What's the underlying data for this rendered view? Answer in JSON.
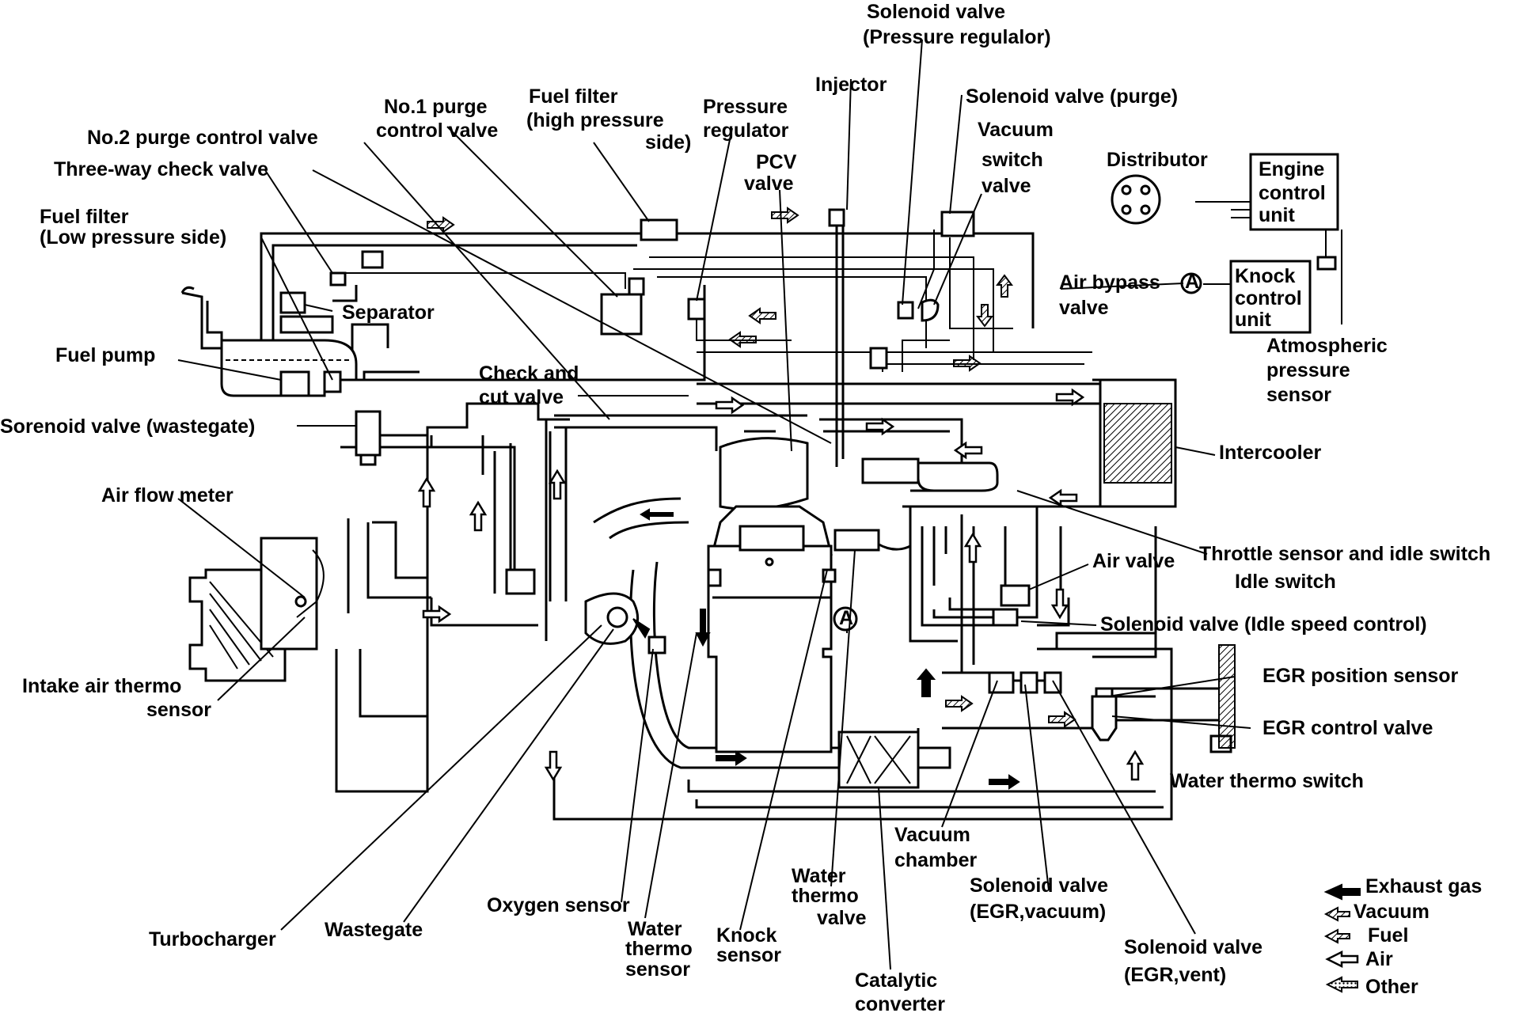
{
  "labels": {
    "solenoid_pressure_regulator": [
      "Solenoid valve",
      "(Pressure regulalor)"
    ],
    "injector": "Injector",
    "solenoid_purge": "Solenoid valve (purge)",
    "no1_purge": [
      "No.1 purge",
      "control valve"
    ],
    "fuel_filter_high": [
      "Fuel filter",
      "(high pressure",
      "side)"
    ],
    "pressure_regulator": [
      "Pressure",
      "regulator"
    ],
    "no2_purge": "No.2 purge control valve",
    "three_way_check": "Three-way check valve",
    "pcv_valve": [
      "PCV",
      "valve"
    ],
    "vacuum_switch_valve": [
      "Vacuum",
      "switch",
      "valve"
    ],
    "distributor": "Distributor",
    "engine_control_unit": [
      "Engine",
      "control",
      "unit"
    ],
    "fuel_filter_low": [
      "Fuel filter",
      "(Low pressure side)"
    ],
    "separator": "Separator",
    "air_bypass_valve": [
      "Air bypass",
      "valve"
    ],
    "knock_control_unit": [
      "Knock",
      "control",
      "unit"
    ],
    "fuel_pump": "Fuel pump",
    "check_cut_valve": [
      "Check and",
      "cut valve"
    ],
    "atmospheric_pressure_sensor": [
      "Atmospheric",
      "pressure",
      "sensor"
    ],
    "solenoid_wastegate": "Sorenoid valve (wastegate)",
    "intercooler": "Intercooler",
    "air_flow_meter": "Air flow meter",
    "throttle_sensor": "Throttle sensor and idle switch",
    "idle_switch": "Idle switch",
    "air_valve": "Air valve",
    "solenoid_idle": "Solenoid valve (Idle speed control)",
    "intake_air_thermo": [
      "Intake air  thermo",
      "sensor"
    ],
    "egr_position_sensor": "EGR position sensor",
    "egr_control_valve": "EGR control valve",
    "water_thermo_switch": "Water thermo switch",
    "vacuum_chamber": [
      "Vacuum",
      "chamber"
    ],
    "water_thermo_valve": [
      "Water",
      "thermo",
      "valve"
    ],
    "solenoid_egr_vacuum": [
      "Solenoid valve",
      "(EGR,vacuum)"
    ],
    "oxygen_sensor": "Oxygen sensor",
    "turbocharger": "Turbocharger",
    "wastegate": "Wastegate",
    "water_thermo_sensor": [
      "Water",
      "thermo",
      "sensor"
    ],
    "knock_sensor": [
      "Knock",
      "sensor"
    ],
    "solenoid_egr_vent": [
      "Solenoid valve",
      "(EGR,vent)"
    ],
    "catalytic_converter": [
      "Catalytic",
      "converter"
    ],
    "connector_a": "A"
  },
  "legend": [
    {
      "label": "Exhaust gas",
      "style": "solid"
    },
    {
      "label": "Vacuum",
      "style": "hatched"
    },
    {
      "label": "Fuel",
      "style": "striped"
    },
    {
      "label": "Air",
      "style": "hollow"
    },
    {
      "label": "Other",
      "style": "dotted"
    }
  ]
}
